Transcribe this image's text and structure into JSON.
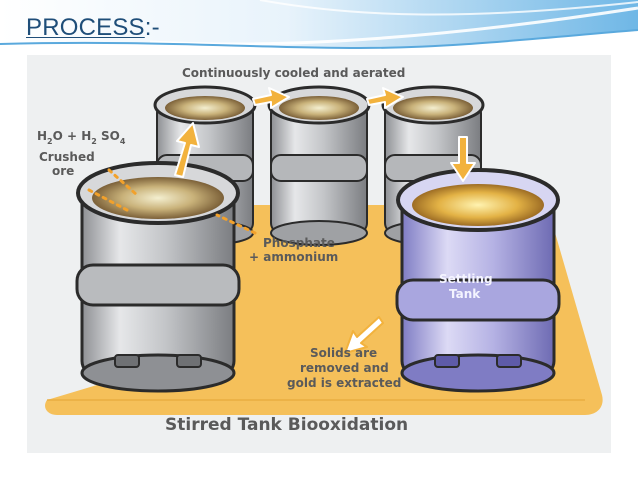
{
  "slide": {
    "title_main": "PROCESS",
    "title_suffix": ":-"
  },
  "diagram": {
    "top_label": "Continuously cooled and aerated",
    "input_left_1": "H",
    "input_left_1_sub": "2",
    "input_left_2": "O + H",
    "input_left_2_sub": "2",
    "input_left_3": " SO",
    "input_left_3_sub": "4",
    "crushed_ore_line1": "Crushed",
    "crushed_ore_line2": "ore",
    "phosphate_line1": "Phosphate",
    "phosphate_line2": "+ ammonium",
    "settling_line1": "Settling",
    "settling_line2": "Tank",
    "solids_line1": "Solids are",
    "solids_line2": "removed and",
    "solids_line3": "gold is extracted",
    "footer_title": "Stirred Tank Biooxidation"
  },
  "colors": {
    "title": "#1f4e79",
    "base": "#f5c05a",
    "arrow": "#f2b23d",
    "tank_grey": "#c9cacc",
    "tank_purple": "#b8b6e6",
    "liquid_gold": "#d8a23a"
  }
}
